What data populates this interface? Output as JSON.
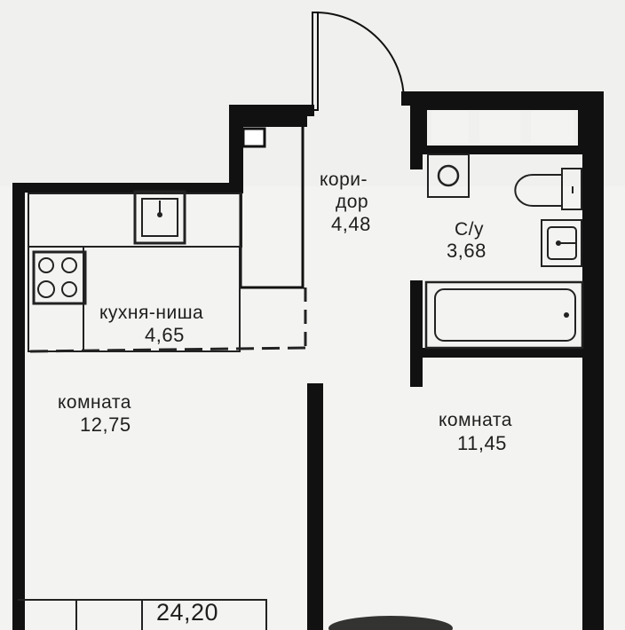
{
  "rooms": {
    "corridor": {
      "name_line1": "кори-",
      "name_line2": "дор",
      "area": "4,48"
    },
    "bathroom": {
      "name": "С/у",
      "area": "3,68"
    },
    "kitchen_niche": {
      "name": "кухня-ниша",
      "area": "4,65"
    },
    "room_left": {
      "name": "комната",
      "area": "12,75"
    },
    "room_right": {
      "name": "комната",
      "area": "11,45"
    }
  },
  "total_area": "24,20",
  "colors": {
    "wall": "#111111",
    "paper": "#f3f3f1",
    "fixture": "#2a2a2a"
  },
  "icons": [
    "sink-icon",
    "stove-icon",
    "washing-machine-icon",
    "toilet-icon",
    "bathtub-icon",
    "door-swing-icon"
  ]
}
